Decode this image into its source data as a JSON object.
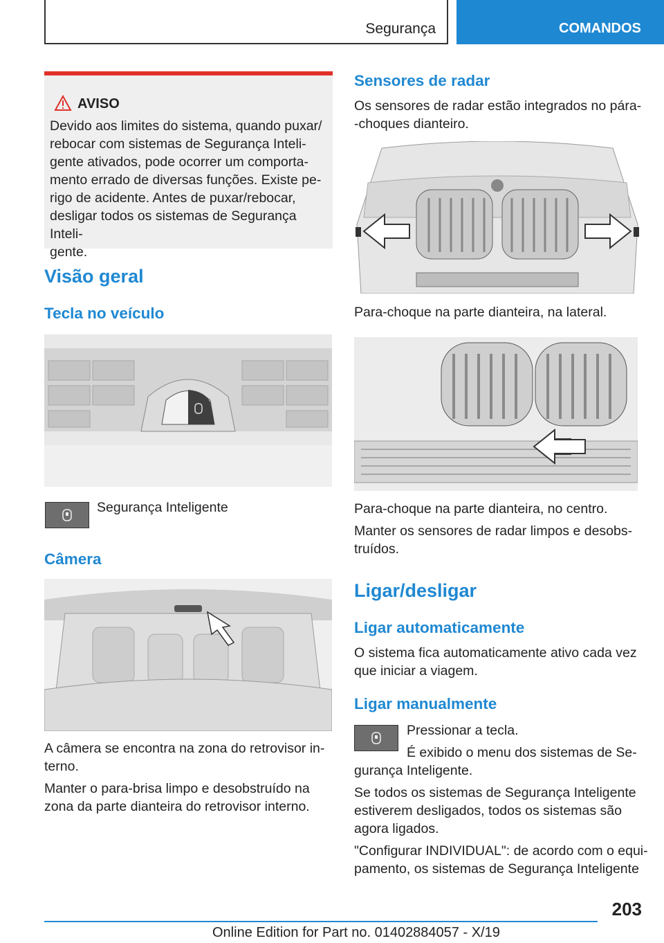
{
  "header": {
    "section": "Segurança",
    "chapter": "COMANDOS"
  },
  "warning": {
    "title": "AVISO",
    "icon": "warning-triangle-icon",
    "lines": [
      "Devido aos limites do sistema, quando puxar/",
      "rebocar com sistemas de Segurança Inteli‐",
      "gente ativados, pode ocorrer um comporta‐",
      "mento errado de diversas funções. Existe pe‐",
      "rigo de acidente. Antes de puxar/rebocar,",
      "desligar todos os sistemas de Segurança Inteli‐",
      "gente."
    ]
  },
  "left": {
    "overview_heading": "Visão geral",
    "button_heading": "Tecla no veículo",
    "button_caption": "Segurança Inteligente",
    "camera_heading": "Câmera",
    "camera_p1_lines": [
      "A câmera se encontra na zona do retrovisor in‐",
      "terno."
    ],
    "camera_p2_lines": [
      "Manter o para-brisa limpo e desobstruído na",
      "zona da parte dianteira do retrovisor interno."
    ]
  },
  "right": {
    "radar_heading": "Sensores de radar",
    "radar_intro_lines": [
      "Os sensores de radar estão integrados no pára‐",
      "‐choques dianteiro."
    ],
    "caption_side": "Para-choque na parte dianteira, na lateral.",
    "caption_center": "Para-choque na parte dianteira, no centro.",
    "radar_keep_lines": [
      "Manter os sensores de radar limpos e desobs‐",
      "truídos."
    ],
    "onoff_heading": "Ligar/desligar",
    "auto_heading": "Ligar automaticamente",
    "auto_lines": [
      "O sistema fica automaticamente ativo cada vez",
      "que iniciar a viagem."
    ],
    "manual_heading": "Ligar manualmente",
    "manual_step1": "Pressionar a tecla.",
    "manual_step2_line1": "É exibido o menu dos sistemas de Se‐",
    "manual_step2_line2": "gurança Inteligente.",
    "manual_p2_lines": [
      "Se todos os sistemas de Segurança Inteligente",
      "estiverem desligados, todos os sistemas são",
      "agora ligados."
    ],
    "manual_p3_lines": [
      "\"Configurar INDIVIDUAL\": de acordo com o equi‐",
      "pamento, os sistemas de Segurança Inteligente"
    ]
  },
  "footer": {
    "page_number": "203",
    "edition": "Online Edition for Part no. 01402884057 - X/19"
  },
  "colors": {
    "accent": "#1f88d2",
    "warning": "#e0312a"
  }
}
